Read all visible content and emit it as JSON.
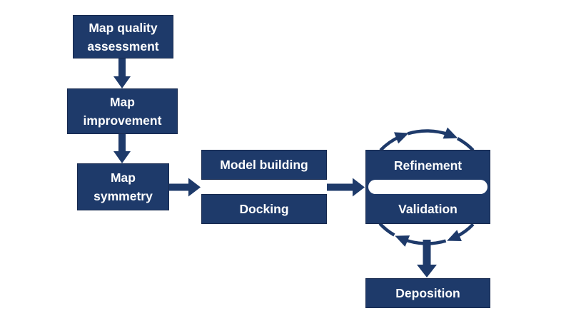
{
  "diagram": {
    "colors": {
      "navy": "#1e3a6a",
      "node_border": "#17294e",
      "text": "#ffffff",
      "background": "#ffffff"
    },
    "nodes": {
      "map_quality": {
        "label": "Map quality\nassessment"
      },
      "map_improvement": {
        "label": "Map\nimprovement"
      },
      "map_symmetry": {
        "label": "Map\nsymmetry"
      },
      "model_building": {
        "label": "Model building"
      },
      "docking": {
        "label": "Docking"
      },
      "refinement": {
        "label": "Refinement"
      },
      "validation": {
        "label": "Validation"
      },
      "deposition": {
        "label": "Deposition"
      }
    },
    "edges": [
      "Map quality assessment → Map improvement",
      "Map improvement → Map symmetry",
      "Map symmetry → Model building / Docking",
      "Model building / Docking → Refinement / Validation",
      "Refinement ↻ Validation (cycle)",
      "Refinement / Validation → Deposition"
    ]
  }
}
